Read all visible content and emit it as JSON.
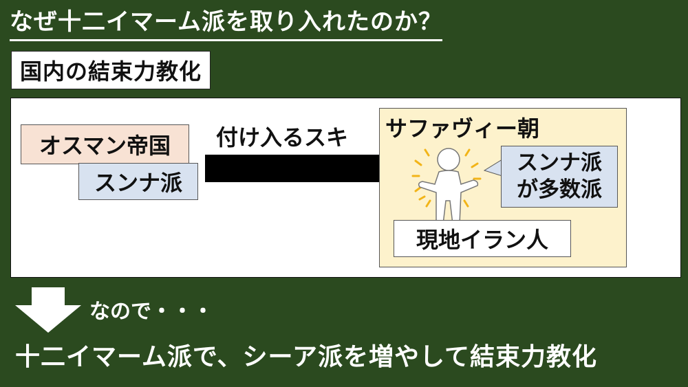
{
  "title": "なぜ十二イマーム派を取り入れたのか？",
  "subtitle": "国内の結束力教化",
  "diagram": {
    "ottoman_label": "オスマン帝国",
    "ottoman_sect": "スンナ派",
    "arrow_label": "付け入るスキ",
    "safavid_label": "サファヴィー朝",
    "majority_line1": "スンナ派",
    "majority_line2": "が多数派",
    "locals_label": "現地イラン人"
  },
  "therefore": "なので・・・",
  "conclusion": "十二イマーム派で、シーア派を増やして結束力教化",
  "colors": {
    "background": "#2b4a1f",
    "ottoman_fill": "#f8e2d4",
    "sunni_fill": "#d8e2f0",
    "safavid_fill": "#fdf2cc",
    "sparkle": "#f2b418"
  }
}
